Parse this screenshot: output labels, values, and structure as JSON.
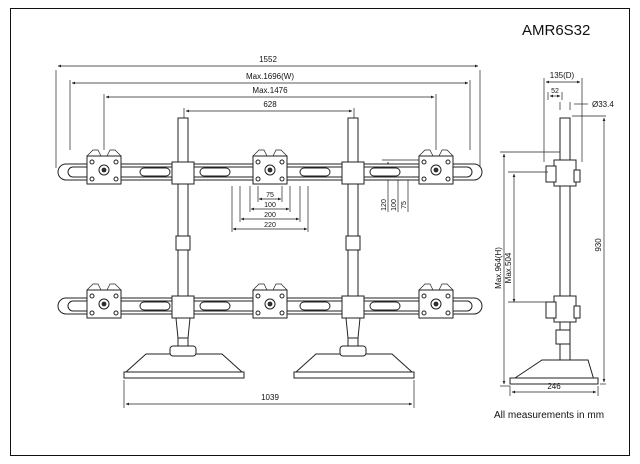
{
  "drawing": {
    "model": "AMR6S32",
    "note": "All measurements in mm"
  },
  "front_view": {
    "dims": {
      "overall_width": "1552",
      "max_width": "Max.1696(W)",
      "max_center": "Max.1476",
      "pole_spacing": "628",
      "vesa_75": "75",
      "vesa_100": "100",
      "vesa_200": "200",
      "vesa_220": "220",
      "v120": "120",
      "v100": "100",
      "v75": "75",
      "base_width": "1039"
    }
  },
  "side_view": {
    "dims": {
      "depth": "135(D)",
      "offset": "52",
      "pole_diameter": "Ø33.4",
      "max_height": "Max.964(H)",
      "max_504": "Max.504",
      "pole_height": "930",
      "base_depth": "246"
    }
  }
}
